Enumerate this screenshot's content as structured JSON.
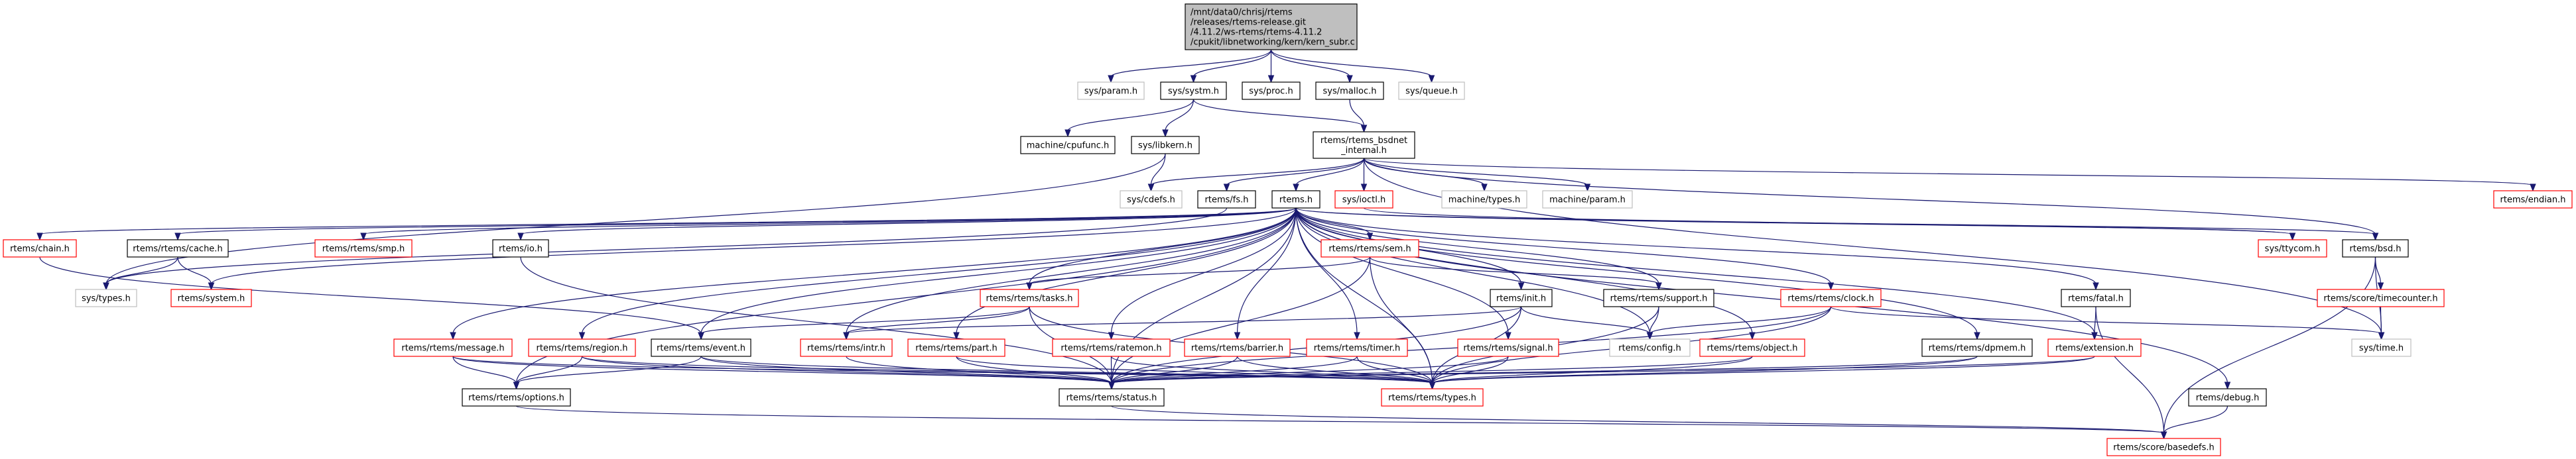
{
  "graph": {
    "kind": "include-dependency-graph",
    "colors": {
      "edge": "#191970",
      "root_fill": "#bfbfbf",
      "root_border": "#000000",
      "documented_border": "#000000",
      "truncated_border": "#ff0000",
      "external_border": "#bfbfbf"
    },
    "nodes": [
      {
        "id": "root",
        "lines": [
          "/mnt/data0/chrisj/rtems",
          "/releases/rtems-release.git",
          "/4.11.2/ws-rtems/rtems-4.11.2",
          "/cpukit/libnetworking/kern/kern_subr.c"
        ],
        "style": "root"
      },
      {
        "id": "sys_param",
        "lines": [
          "sys/param.h"
        ],
        "style": "external"
      },
      {
        "id": "sys_systm",
        "lines": [
          "sys/systm.h"
        ],
        "style": "documented"
      },
      {
        "id": "sys_proc",
        "lines": [
          "sys/proc.h"
        ],
        "style": "documented"
      },
      {
        "id": "sys_malloc",
        "lines": [
          "sys/malloc.h"
        ],
        "style": "documented"
      },
      {
        "id": "sys_queue",
        "lines": [
          "sys/queue.h"
        ],
        "style": "external"
      },
      {
        "id": "machine_cpufunc",
        "lines": [
          "machine/cpufunc.h"
        ],
        "style": "documented"
      },
      {
        "id": "sys_libkern",
        "lines": [
          "sys/libkern.h"
        ],
        "style": "documented"
      },
      {
        "id": "bsdnet_internal",
        "lines": [
          "rtems/rtems_bsdnet",
          "_internal.h"
        ],
        "style": "documented"
      },
      {
        "id": "sys_cdefs",
        "lines": [
          "sys/cdefs.h"
        ],
        "style": "external"
      },
      {
        "id": "rtems_fs",
        "lines": [
          "rtems/fs.h"
        ],
        "style": "documented"
      },
      {
        "id": "rtems_h",
        "lines": [
          "rtems.h"
        ],
        "style": "documented"
      },
      {
        "id": "sys_ioctl",
        "lines": [
          "sys/ioctl.h"
        ],
        "style": "truncated"
      },
      {
        "id": "machine_types",
        "lines": [
          "machine/types.h"
        ],
        "style": "external"
      },
      {
        "id": "machine_param",
        "lines": [
          "machine/param.h"
        ],
        "style": "external"
      },
      {
        "id": "rtems_endian",
        "lines": [
          "rtems/endian.h"
        ],
        "style": "truncated"
      },
      {
        "id": "rtems_chain",
        "lines": [
          "rtems/chain.h"
        ],
        "style": "truncated"
      },
      {
        "id": "cache",
        "lines": [
          "rtems/rtems/cache.h"
        ],
        "style": "documented"
      },
      {
        "id": "smp",
        "lines": [
          "rtems/rtems/smp.h"
        ],
        "style": "truncated"
      },
      {
        "id": "rtems_io",
        "lines": [
          "rtems/io.h"
        ],
        "style": "documented"
      },
      {
        "id": "sem",
        "lines": [
          "rtems/rtems/sem.h"
        ],
        "style": "truncated"
      },
      {
        "id": "sys_ttycom",
        "lines": [
          "sys/ttycom.h"
        ],
        "style": "truncated"
      },
      {
        "id": "rtems_bsd",
        "lines": [
          "rtems/bsd.h"
        ],
        "style": "documented"
      },
      {
        "id": "sys_types",
        "lines": [
          "sys/types.h"
        ],
        "style": "external"
      },
      {
        "id": "rtems_system",
        "lines": [
          "rtems/system.h"
        ],
        "style": "truncated"
      },
      {
        "id": "tasks",
        "lines": [
          "rtems/rtems/tasks.h"
        ],
        "style": "truncated"
      },
      {
        "id": "rtems_init",
        "lines": [
          "rtems/init.h"
        ],
        "style": "documented"
      },
      {
        "id": "support",
        "lines": [
          "rtems/rtems/support.h"
        ],
        "style": "documented"
      },
      {
        "id": "clock",
        "lines": [
          "rtems/rtems/clock.h"
        ],
        "style": "truncated"
      },
      {
        "id": "rtems_fatal",
        "lines": [
          "rtems/fatal.h"
        ],
        "style": "documented"
      },
      {
        "id": "timecounter",
        "lines": [
          "rtems/score/timecounter.h"
        ],
        "style": "truncated"
      },
      {
        "id": "message",
        "lines": [
          "rtems/rtems/message.h"
        ],
        "style": "truncated"
      },
      {
        "id": "region",
        "lines": [
          "rtems/rtems/region.h"
        ],
        "style": "truncated"
      },
      {
        "id": "event",
        "lines": [
          "rtems/rtems/event.h"
        ],
        "style": "documented"
      },
      {
        "id": "intr",
        "lines": [
          "rtems/rtems/intr.h"
        ],
        "style": "truncated"
      },
      {
        "id": "part",
        "lines": [
          "rtems/rtems/part.h"
        ],
        "style": "truncated"
      },
      {
        "id": "ratemon",
        "lines": [
          "rtems/rtems/ratemon.h"
        ],
        "style": "truncated"
      },
      {
        "id": "barrier",
        "lines": [
          "rtems/rtems/barrier.h"
        ],
        "style": "truncated"
      },
      {
        "id": "timer",
        "lines": [
          "rtems/rtems/timer.h"
        ],
        "style": "truncated"
      },
      {
        "id": "signal",
        "lines": [
          "rtems/rtems/signal.h"
        ],
        "style": "truncated"
      },
      {
        "id": "rtems_config",
        "lines": [
          "rtems/config.h"
        ],
        "style": "external"
      },
      {
        "id": "object",
        "lines": [
          "rtems/rtems/object.h"
        ],
        "style": "truncated"
      },
      {
        "id": "dpmem",
        "lines": [
          "rtems/rtems/dpmem.h"
        ],
        "style": "documented"
      },
      {
        "id": "extension",
        "lines": [
          "rtems/extension.h"
        ],
        "style": "truncated"
      },
      {
        "id": "sys_time",
        "lines": [
          "sys/time.h"
        ],
        "style": "external"
      },
      {
        "id": "options",
        "lines": [
          "rtems/rtems/options.h"
        ],
        "style": "documented"
      },
      {
        "id": "status",
        "lines": [
          "rtems/rtems/status.h"
        ],
        "style": "documented"
      },
      {
        "id": "rtypes",
        "lines": [
          "rtems/rtems/types.h"
        ],
        "style": "truncated"
      },
      {
        "id": "rtems_debug",
        "lines": [
          "rtems/debug.h"
        ],
        "style": "documented"
      },
      {
        "id": "basedefs",
        "lines": [
          "rtems/score/basedefs.h"
        ],
        "style": "truncated"
      }
    ],
    "edges": [
      [
        "root",
        "sys_param"
      ],
      [
        "root",
        "sys_systm"
      ],
      [
        "root",
        "sys_proc"
      ],
      [
        "root",
        "sys_malloc"
      ],
      [
        "root",
        "sys_queue"
      ],
      [
        "sys_systm",
        "machine_cpufunc"
      ],
      [
        "sys_systm",
        "sys_libkern"
      ],
      [
        "sys_systm",
        "bsdnet_internal"
      ],
      [
        "sys_malloc",
        "bsdnet_internal"
      ],
      [
        "sys_libkern",
        "sys_cdefs"
      ],
      [
        "sys_libkern",
        "sys_types"
      ],
      [
        "bsdnet_internal",
        "sys_cdefs"
      ],
      [
        "bsdnet_internal",
        "rtems_fs"
      ],
      [
        "bsdnet_internal",
        "rtems_h"
      ],
      [
        "bsdnet_internal",
        "sys_ioctl"
      ],
      [
        "bsdnet_internal",
        "machine_types"
      ],
      [
        "bsdnet_internal",
        "machine_param"
      ],
      [
        "bsdnet_internal",
        "rtems_endian"
      ],
      [
        "bsdnet_internal",
        "sys_time"
      ],
      [
        "bsdnet_internal",
        "rtems_bsd"
      ],
      [
        "sys_ioctl",
        "sys_ttycom"
      ],
      [
        "rtems_fs",
        "sys_types"
      ],
      [
        "rtems_h",
        "rtems_chain"
      ],
      [
        "rtems_h",
        "cache"
      ],
      [
        "rtems_h",
        "smp"
      ],
      [
        "rtems_h",
        "rtems_io"
      ],
      [
        "rtems_h",
        "sem"
      ],
      [
        "rtems_h",
        "sys_ttycom"
      ],
      [
        "rtems_h",
        "rtems_bsd"
      ],
      [
        "rtems_h",
        "rtems_system"
      ],
      [
        "rtems_h",
        "tasks"
      ],
      [
        "rtems_h",
        "rtems_init"
      ],
      [
        "rtems_h",
        "support"
      ],
      [
        "rtems_h",
        "clock"
      ],
      [
        "rtems_h",
        "rtems_fatal"
      ],
      [
        "rtems_h",
        "message"
      ],
      [
        "rtems_h",
        "region"
      ],
      [
        "rtems_h",
        "event"
      ],
      [
        "rtems_h",
        "intr"
      ],
      [
        "rtems_h",
        "part"
      ],
      [
        "rtems_h",
        "ratemon"
      ],
      [
        "rtems_h",
        "barrier"
      ],
      [
        "rtems_h",
        "timer"
      ],
      [
        "rtems_h",
        "signal"
      ],
      [
        "rtems_h",
        "rtems_config"
      ],
      [
        "rtems_h",
        "object"
      ],
      [
        "rtems_h",
        "dpmem"
      ],
      [
        "rtems_h",
        "extension"
      ],
      [
        "rtems_h",
        "rtems_debug"
      ],
      [
        "rtems_h",
        "options"
      ],
      [
        "rtems_h",
        "status"
      ],
      [
        "rtems_h",
        "rtypes"
      ],
      [
        "rtems_chain",
        "event"
      ],
      [
        "cache",
        "sys_types"
      ],
      [
        "cache",
        "rtems_system"
      ],
      [
        "rtems_io",
        "status"
      ],
      [
        "sem",
        "tasks"
      ],
      [
        "sem",
        "support"
      ],
      [
        "sem",
        "rtypes"
      ],
      [
        "sem",
        "status"
      ],
      [
        "tasks",
        "intr"
      ],
      [
        "tasks",
        "status"
      ],
      [
        "tasks",
        "rtypes"
      ],
      [
        "tasks",
        "event"
      ],
      [
        "rtems_init",
        "intr"
      ],
      [
        "rtems_init",
        "status"
      ],
      [
        "rtems_init",
        "rtypes"
      ],
      [
        "rtems_init",
        "rtems_config"
      ],
      [
        "support",
        "rtems_config"
      ],
      [
        "support",
        "rtypes"
      ],
      [
        "clock",
        "rtems_config"
      ],
      [
        "clock",
        "sys_time"
      ],
      [
        "clock",
        "status"
      ],
      [
        "clock",
        "rtypes"
      ],
      [
        "rtems_fatal",
        "extension"
      ],
      [
        "rtems_fatal",
        "basedefs"
      ],
      [
        "rtems_bsd",
        "timecounter"
      ],
      [
        "rtems_bsd",
        "basedefs"
      ],
      [
        "rtems_bsd",
        "sys_time"
      ],
      [
        "timecounter",
        "sys_time"
      ],
      [
        "message",
        "options"
      ],
      [
        "message",
        "status"
      ],
      [
        "message",
        "rtypes"
      ],
      [
        "region",
        "options"
      ],
      [
        "region",
        "status"
      ],
      [
        "region",
        "rtypes"
      ],
      [
        "event",
        "options"
      ],
      [
        "event",
        "status"
      ],
      [
        "event",
        "rtypes"
      ],
      [
        "intr",
        "status"
      ],
      [
        "part",
        "status"
      ],
      [
        "part",
        "rtypes"
      ],
      [
        "ratemon",
        "status"
      ],
      [
        "ratemon",
        "rtypes"
      ],
      [
        "barrier",
        "status"
      ],
      [
        "barrier",
        "rtypes"
      ],
      [
        "timer",
        "status"
      ],
      [
        "timer",
        "rtypes"
      ],
      [
        "signal",
        "status"
      ],
      [
        "signal",
        "rtypes"
      ],
      [
        "object",
        "status"
      ],
      [
        "object",
        "rtypes"
      ],
      [
        "dpmem",
        "status"
      ],
      [
        "dpmem",
        "rtypes"
      ],
      [
        "extension",
        "status"
      ],
      [
        "extension",
        "rtypes"
      ],
      [
        "options",
        "basedefs"
      ],
      [
        "status",
        "basedefs"
      ],
      [
        "rtems_debug",
        "basedefs"
      ]
    ]
  }
}
